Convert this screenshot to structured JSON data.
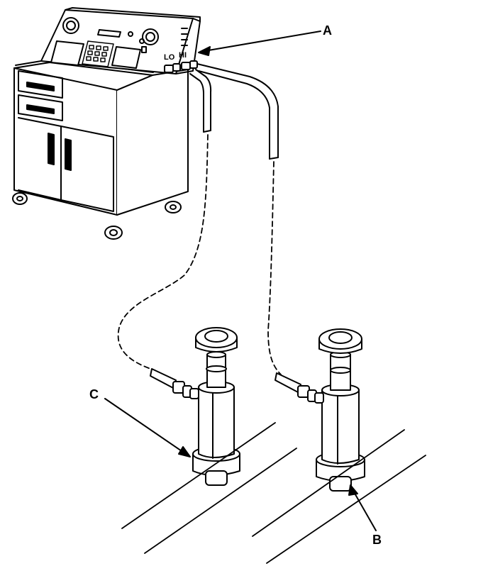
{
  "callouts": {
    "a": "A",
    "b": "B",
    "c": "C"
  },
  "ports": {
    "lo": "LO",
    "hi": "HI"
  },
  "colors": {
    "line": "#000000",
    "background": "#ffffff"
  }
}
